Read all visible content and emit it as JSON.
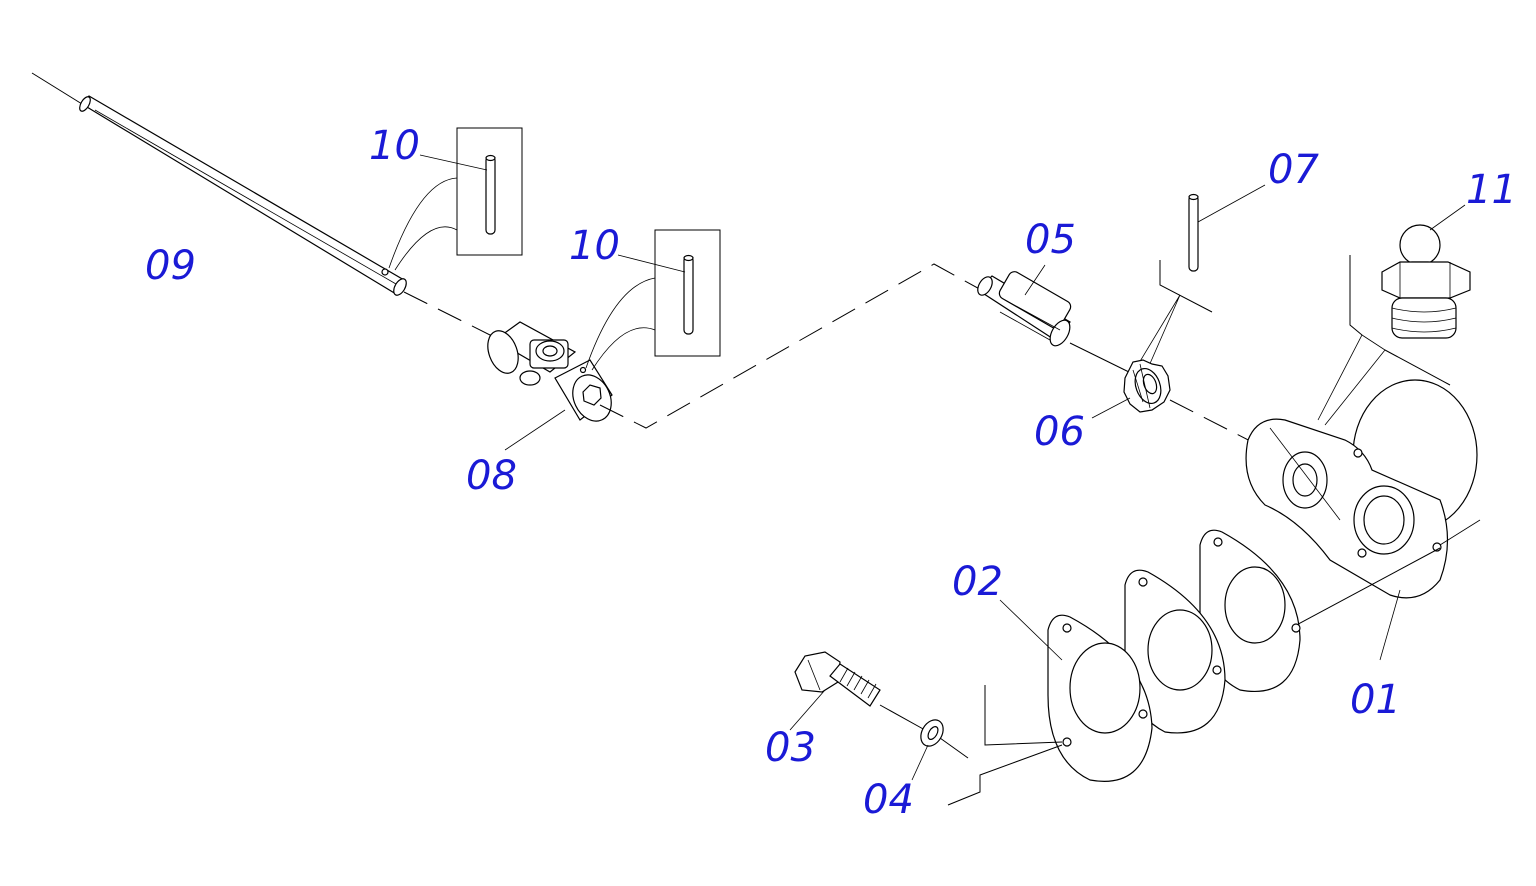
{
  "callouts": {
    "p01": "01",
    "p02": "02",
    "p03": "03",
    "p04": "04",
    "p05": "05",
    "p06": "06",
    "p07": "07",
    "p08": "08",
    "p09": "09",
    "p10a": "10",
    "p10b": "10",
    "p11": "11"
  },
  "colors": {
    "callout_text": "#1a1ad6",
    "line": "#000000",
    "background": "#ffffff"
  }
}
